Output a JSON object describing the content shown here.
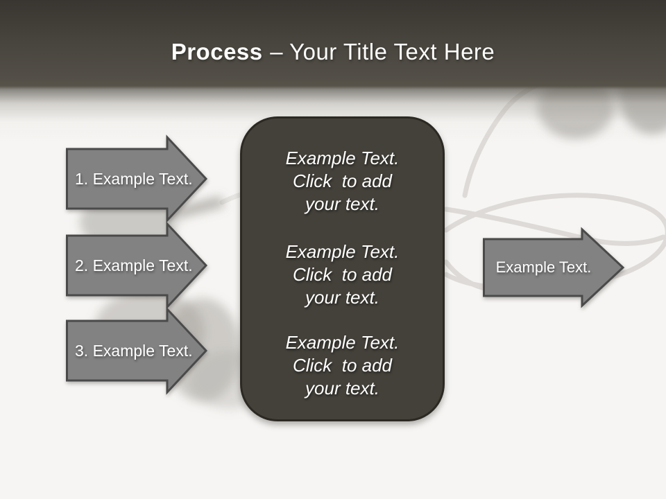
{
  "title": {
    "emphasis": "Process",
    "rest": "– Your Title Text Here"
  },
  "left_arrows": [
    {
      "label": "1. Example Text."
    },
    {
      "label": "2. Example Text."
    },
    {
      "label": "3. Example Text."
    }
  ],
  "center_box": {
    "blocks": [
      {
        "lines": [
          "Example Text.",
          "Click  to add",
          "your text."
        ]
      },
      {
        "lines": [
          "Example Text.",
          "Click  to add",
          "your text."
        ]
      },
      {
        "lines": [
          "Example Text.",
          "Click  to add",
          "your text."
        ]
      }
    ]
  },
  "right_arrow": {
    "label": "Example Text."
  },
  "colors": {
    "header_top": "#393631",
    "header_bottom": "#575349",
    "background": "#f6f5f3",
    "arrow_fill": "#828282",
    "arrow_border": "#4a4a4a",
    "box_fill": "#44413a",
    "box_border": "#2c2923",
    "text": "#ffffff",
    "wire": "#dcd9d5"
  }
}
